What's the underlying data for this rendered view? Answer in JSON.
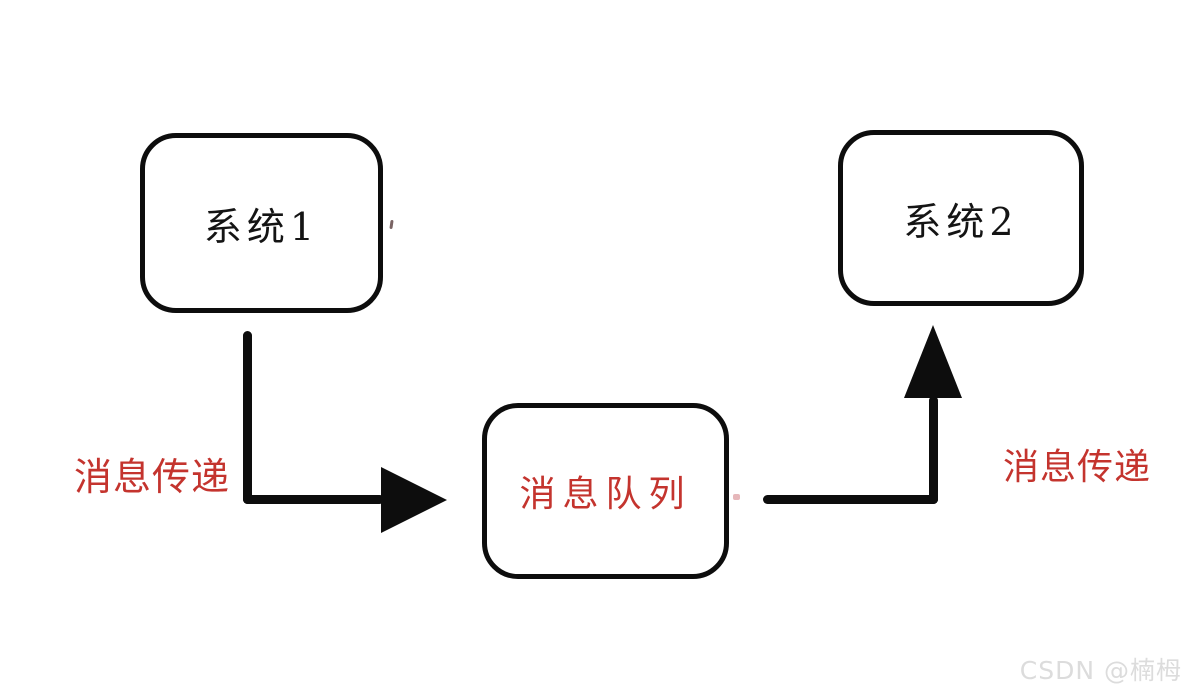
{
  "diagram": {
    "background_color": "#ffffff",
    "stroke_color": "#0d0d0d",
    "accent_red": "#c4342e",
    "nodes": [
      {
        "id": "system1",
        "label": "系统1",
        "text_color": "#141414",
        "shape": "rounded-rectangle"
      },
      {
        "id": "system2",
        "label": "系统2",
        "text_color": "#141414",
        "shape": "rounded-rectangle"
      },
      {
        "id": "message-queue",
        "label": "消息队列",
        "text_color": "#c4342e",
        "shape": "rounded-rectangle"
      }
    ],
    "edges": [
      {
        "from": "system1",
        "to": "message-queue",
        "label": "消息传递",
        "label_color": "#c4342e",
        "path": "down-then-right",
        "arrowhead": "right"
      },
      {
        "from": "message-queue",
        "to": "system2",
        "label": "消息传递",
        "label_color": "#c4342e",
        "path": "right-then-up",
        "arrowhead": "up"
      }
    ]
  },
  "watermark": {
    "text": "CSDN @楠栂",
    "color": "#dcdcdc"
  }
}
